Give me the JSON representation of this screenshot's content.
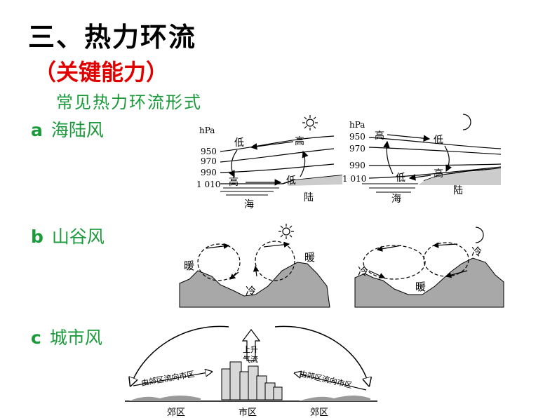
{
  "title": "三、热力环流",
  "subtitle": "（关键能力）",
  "section_title": "常见热力环流形式",
  "items": [
    {
      "letter": "a",
      "label": "海陆风"
    },
    {
      "letter": "b",
      "label": "山谷风"
    },
    {
      "letter": "c",
      "label": "城市风"
    }
  ],
  "sea_land": {
    "unit": "hPa",
    "levels": [
      "950",
      "970",
      "990",
      "1 010"
    ],
    "left_levels": [
      "950",
      "970",
      "990",
      "1 010"
    ],
    "day": {
      "low_upper": "低",
      "high_upper": "高",
      "high_lower": "高",
      "low_lower": "低",
      "sea": "海",
      "land": "陆",
      "icon": "sun-icon"
    },
    "night": {
      "high_upper": "高",
      "low_upper": "低",
      "low_lower": "低",
      "high_lower": "高",
      "sea": "海",
      "land": "陆",
      "icon": "moon-icon"
    }
  },
  "mountain_valley": {
    "day": {
      "warm_left": "暖",
      "warm_right": "暖",
      "cold_valley": "冷",
      "icon": "sun-icon"
    },
    "night": {
      "cold_left": "冷",
      "cold_right": "冷",
      "warm_valley": "暖",
      "icon": "moon-icon"
    }
  },
  "urban": {
    "rising_line1": "上升",
    "rising_line2": "气流",
    "left_flow": "由郊区流向市区",
    "right_flow": "由郊区流向市区",
    "suburb_left": "郊区",
    "city": "市区",
    "suburb_right": "郊区"
  },
  "colors": {
    "title": "#000000",
    "subtitle": "#e00000",
    "green": "#1a9a3a",
    "terrain": "#a8a8a8"
  }
}
